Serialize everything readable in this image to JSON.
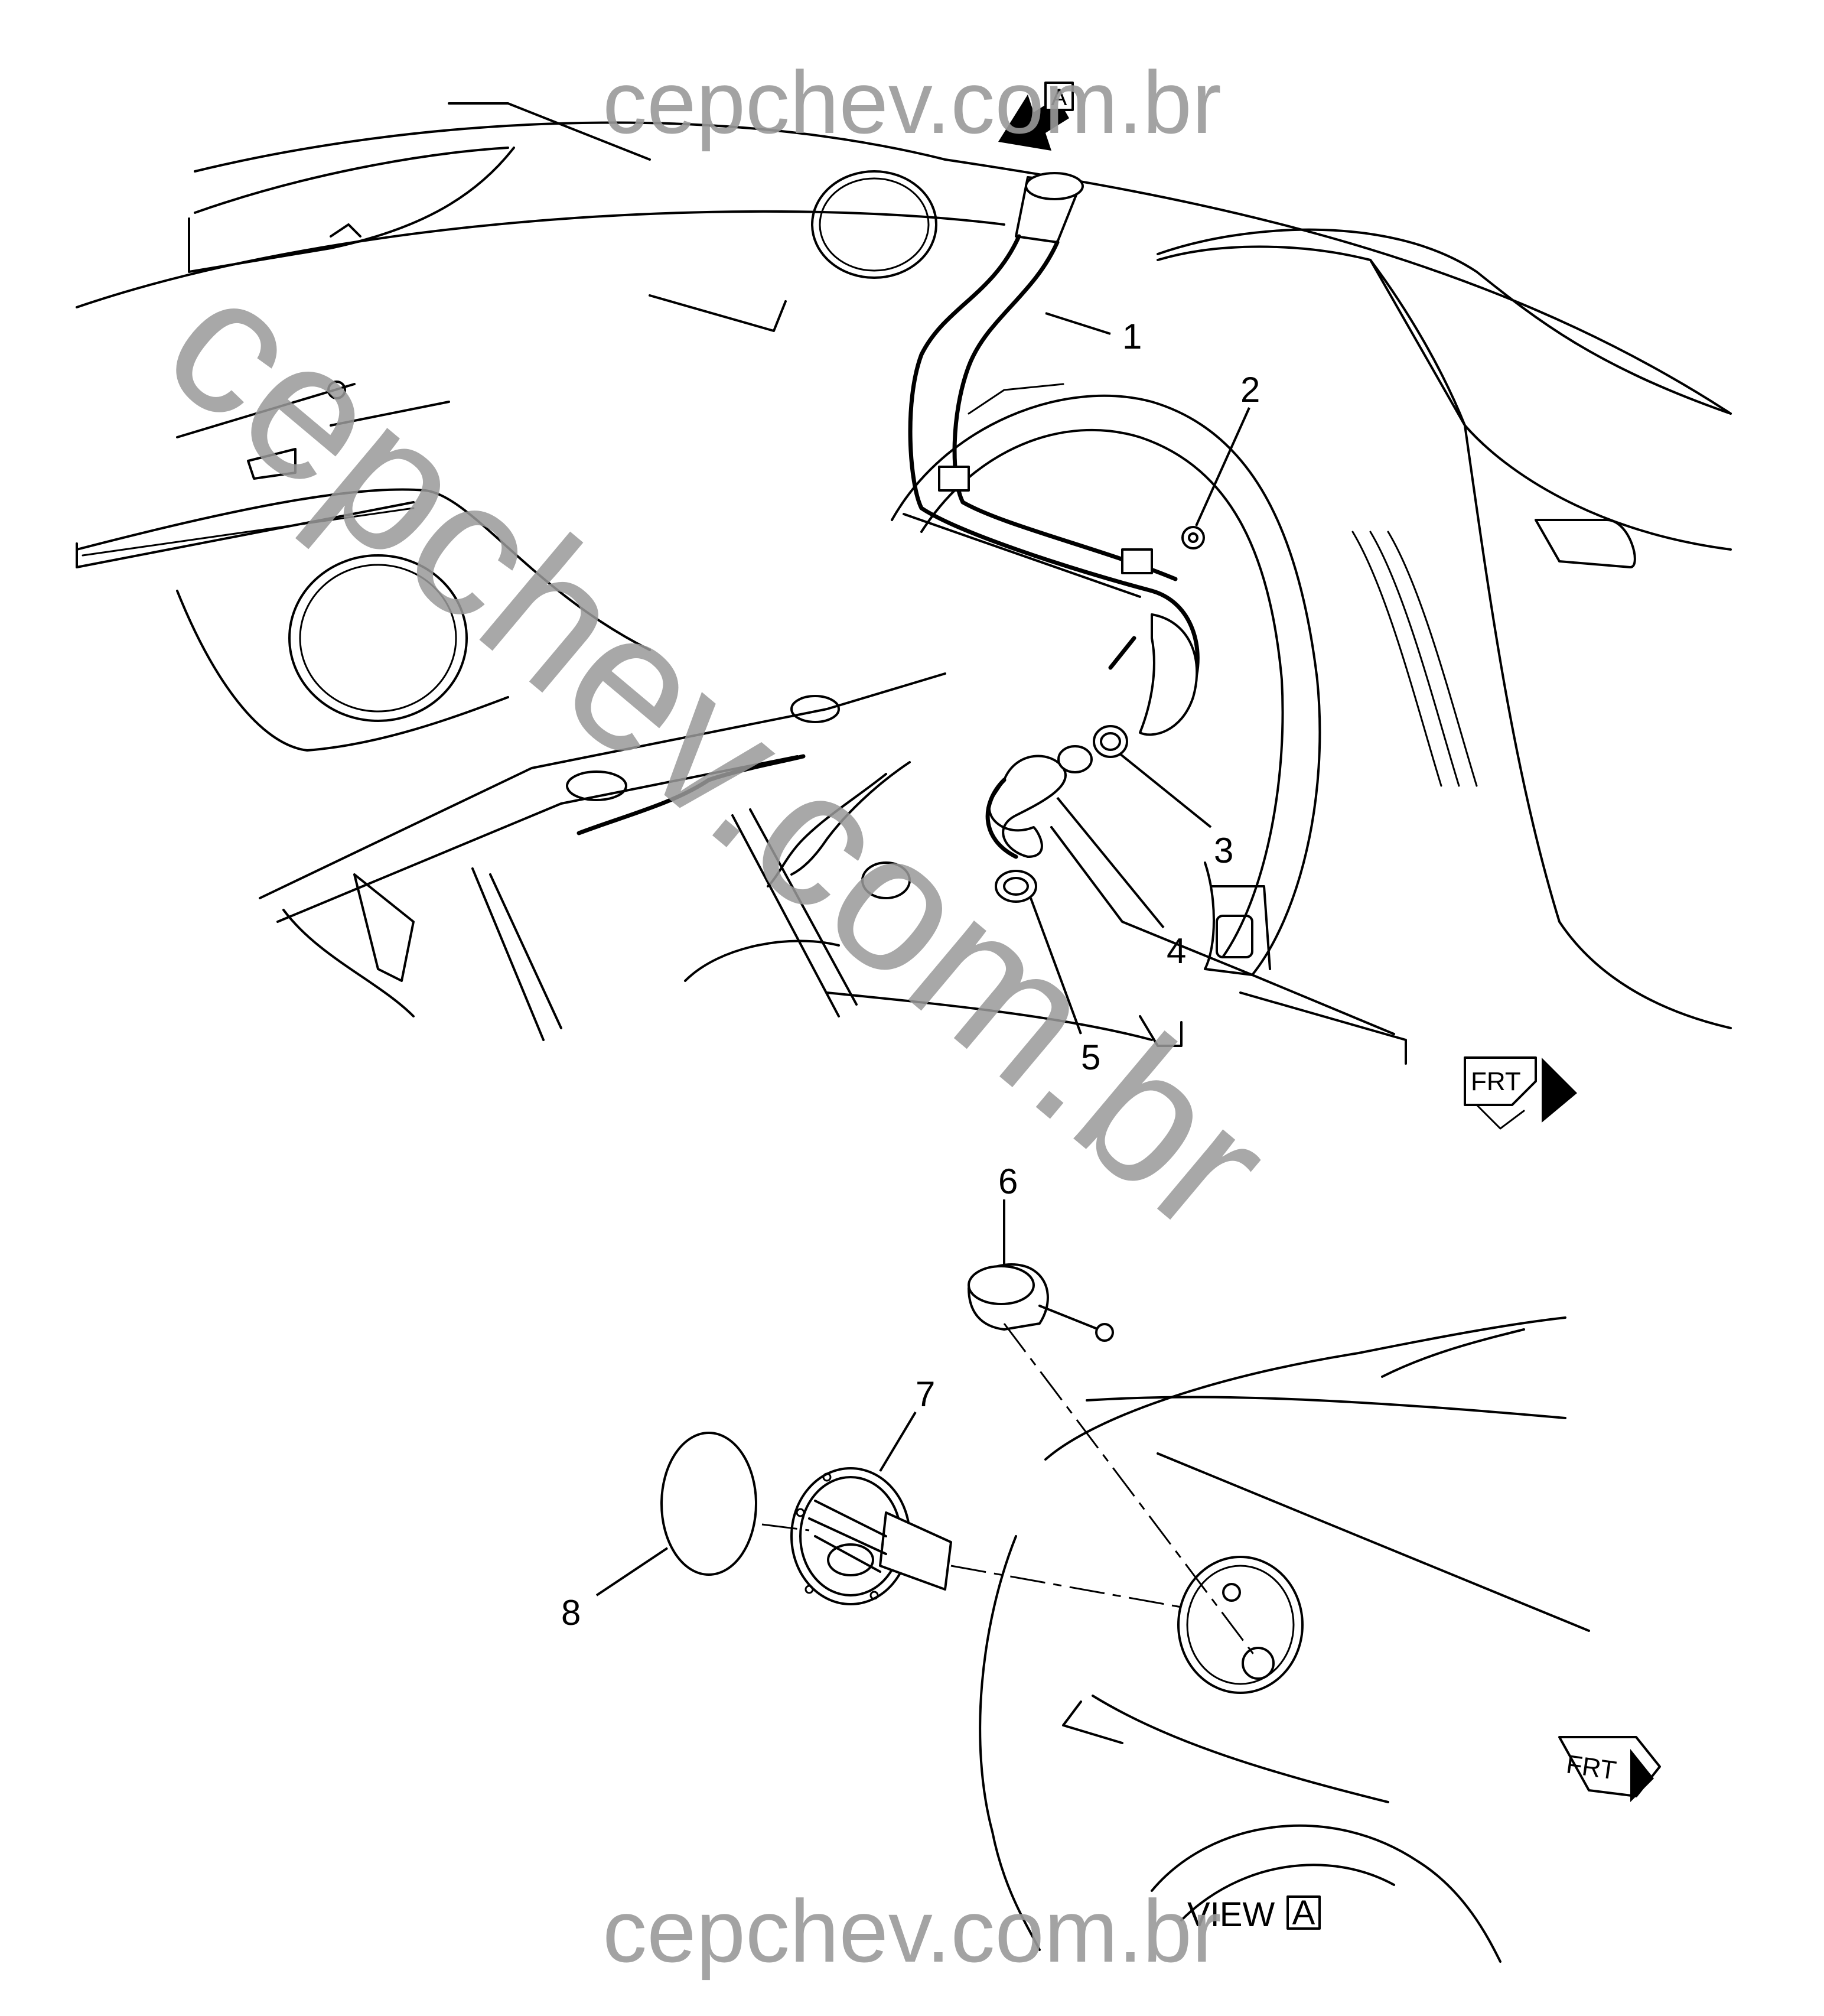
{
  "watermark": {
    "top": "cepchev.com.br",
    "diagonal": "cepchev.com.br",
    "bottom": "cepchev.com.br"
  },
  "callouts": [
    "1",
    "2",
    "3",
    "4",
    "5",
    "6",
    "7",
    "8"
  ],
  "view_marker": {
    "arrow_label": "A"
  },
  "view_label": {
    "text": "VIEW",
    "box": "A"
  },
  "orientation": {
    "label": "FRT"
  },
  "icons": [
    "view-a-arrow-icon",
    "front-direction-arrow-icon"
  ]
}
